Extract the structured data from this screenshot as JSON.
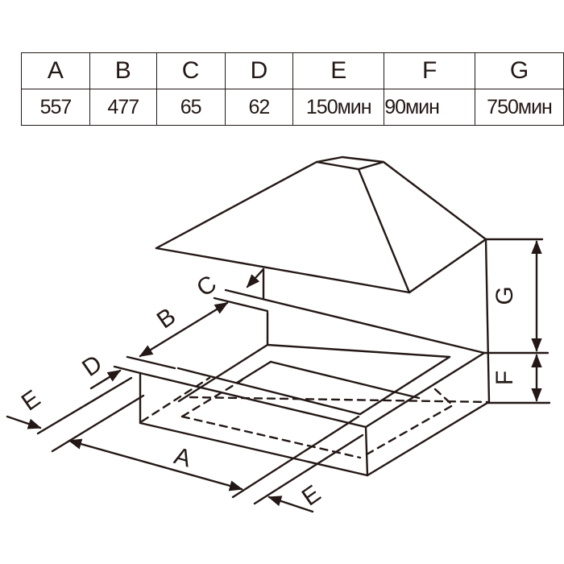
{
  "table": {
    "headers": [
      "A",
      "B",
      "C",
      "D",
      "E",
      "F",
      "G"
    ],
    "values": [
      "557",
      "477",
      "65",
      "62",
      "150мин",
      "90мин",
      "750мин"
    ]
  },
  "diagram": {
    "labels": {
      "A": "A",
      "B": "B",
      "C": "C",
      "D": "D",
      "E_left": "E",
      "E_right": "E",
      "F": "F",
      "G": "G"
    }
  },
  "colors": {
    "ink": "#231815",
    "background": "#ffffff"
  }
}
